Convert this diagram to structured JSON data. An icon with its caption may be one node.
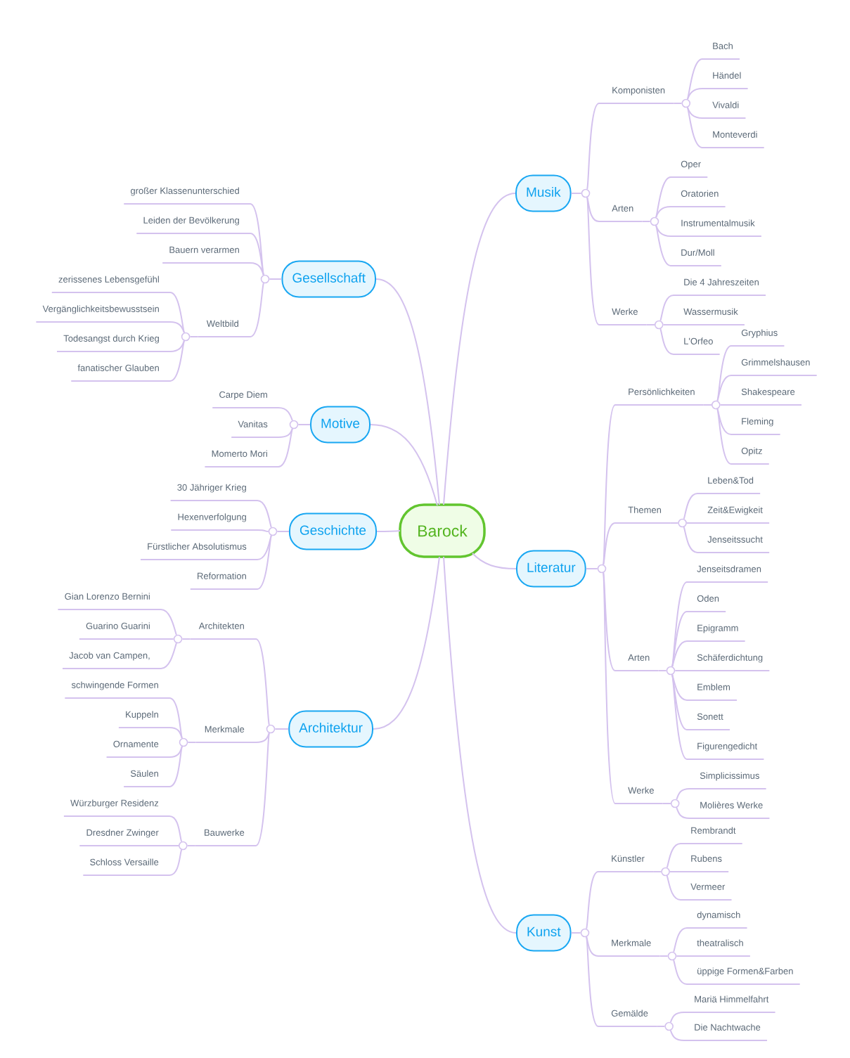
{
  "diagram": {
    "nodes": [
      {
        "text": [
          "Barock"
        ]
      },
      {
        "text": [
          "Musik"
        ]
      },
      {
        "text": [],
        "shape": "circle"
      },
      {
        "text": [
          "Komponisten"
        ]
      },
      {
        "text": [],
        "shape": "circle"
      },
      {
        "text": [
          "Bach"
        ]
      },
      {
        "text": [
          "Händel"
        ]
      },
      {
        "text": [
          "Vivaldi"
        ]
      },
      {
        "text": [
          "Monteverdi"
        ]
      },
      {
        "text": [
          "Arten"
        ]
      },
      {
        "text": [],
        "shape": "circle"
      },
      {
        "text": [
          "Oper"
        ]
      },
      {
        "text": [
          "Oratorien"
        ]
      },
      {
        "text": [
          "Instrumentalmusik"
        ]
      },
      {
        "text": [
          "Dur/Moll"
        ]
      },
      {
        "text": [
          "Werke"
        ]
      },
      {
        "text": [],
        "shape": "circle"
      },
      {
        "text": [
          "Die 4 Jahreszeiten"
        ]
      },
      {
        "text": [
          "Wassermusik"
        ]
      },
      {
        "text": [
          "L'Orfeo"
        ]
      },
      {
        "text": [
          "Literatur"
        ]
      },
      {
        "text": [],
        "shape": "circle"
      },
      {
        "text": [
          "Persönlichkeiten"
        ]
      },
      {
        "text": [],
        "shape": "circle"
      },
      {
        "text": [
          "Gryphius"
        ]
      },
      {
        "text": [
          "Grimmelshausen"
        ]
      },
      {
        "text": [
          "Shakespeare"
        ]
      },
      {
        "text": [
          "Fleming"
        ]
      },
      {
        "text": [
          "Opitz"
        ]
      },
      {
        "text": [
          "Themen"
        ]
      },
      {
        "text": [],
        "shape": "circle"
      },
      {
        "text": [
          "Leben&Tod"
        ]
      },
      {
        "text": [
          "Zeit&Ewigkeit"
        ]
      },
      {
        "text": [
          "Jenseitssucht"
        ]
      },
      {
        "text": [
          "Arten"
        ]
      },
      {
        "text": [],
        "shape": "circle"
      },
      {
        "text": [
          "Jenseitsdramen"
        ]
      },
      {
        "text": [
          "Oden"
        ]
      },
      {
        "text": [
          "Epigramm"
        ]
      },
      {
        "text": [
          "Schäferdichtung"
        ]
      },
      {
        "text": [
          "Emblem"
        ]
      },
      {
        "text": [
          "Sonett"
        ]
      },
      {
        "text": [
          "Figurengedicht"
        ]
      },
      {
        "text": [
          "Werke"
        ]
      },
      {
        "text": [],
        "shape": "circle"
      },
      {
        "text": [
          "Simplicissimus"
        ]
      },
      {
        "text": [
          "Molières Werke"
        ]
      },
      {
        "text": [
          "Kunst"
        ]
      },
      {
        "text": [],
        "shape": "circle"
      },
      {
        "text": [
          "Künstler"
        ]
      },
      {
        "text": [],
        "shape": "circle"
      },
      {
        "text": [
          "Rembrandt"
        ]
      },
      {
        "text": [
          "Rubens"
        ]
      },
      {
        "text": [
          "Vermeer"
        ]
      },
      {
        "text": [
          "Merkmale"
        ]
      },
      {
        "text": [],
        "shape": "circle"
      },
      {
        "text": [
          "dynamisch"
        ]
      },
      {
        "text": [
          "theatralisch"
        ]
      },
      {
        "text": [
          "üppige Formen&Farben"
        ]
      },
      {
        "text": [
          "Gemälde"
        ]
      },
      {
        "text": [],
        "shape": "circle"
      },
      {
        "text": [
          "Mariä Himmelfahrt"
        ]
      },
      {
        "text": [
          "Die Nachtwache"
        ]
      },
      {
        "text": [
          "Gesellschaft"
        ]
      },
      {
        "text": [],
        "shape": "circle"
      },
      {
        "text": [
          "großer Klassenunterschied"
        ]
      },
      {
        "text": [
          "Leiden der Bevölkerung"
        ]
      },
      {
        "text": [
          "Bauern verarmen"
        ]
      },
      {
        "text": [
          "Weltbild"
        ]
      },
      {
        "text": [],
        "shape": "circle"
      },
      {
        "text": [
          "zerissenes Lebensgefühl"
        ]
      },
      {
        "text": [
          "Vergänglichkeitsbewusstsein"
        ]
      },
      {
        "text": [
          "Todesangst durch Krieg"
        ]
      },
      {
        "text": [
          "fanatischer Glauben"
        ]
      },
      {
        "text": [
          "Motive"
        ]
      },
      {
        "text": [],
        "shape": "circle"
      },
      {
        "text": [
          "Carpe Diem"
        ]
      },
      {
        "text": [
          "Vanitas"
        ]
      },
      {
        "text": [
          "Momerto Mori"
        ]
      },
      {
        "text": [
          "Geschichte"
        ]
      },
      {
        "text": [],
        "shape": "circle"
      },
      {
        "text": [
          "30 Jähriger Krieg"
        ]
      },
      {
        "text": [
          "Hexenverfolgung"
        ]
      },
      {
        "text": [
          "Fürstlicher Absolutismus"
        ]
      },
      {
        "text": [
          "Reformation"
        ]
      },
      {
        "text": [
          "Architektur"
        ]
      },
      {
        "text": [],
        "shape": "circle"
      },
      {
        "text": [
          "Architekten"
        ]
      },
      {
        "text": [],
        "shape": "circle"
      },
      {
        "text": [
          "Gian Lorenzo Bernini"
        ]
      },
      {
        "text": [
          "Guarino Guarini"
        ]
      },
      {
        "text": [
          "Jacob van Campen,"
        ]
      },
      {
        "text": [
          "Merkmale"
        ]
      },
      {
        "text": [],
        "shape": "circle"
      },
      {
        "text": [
          "schwingende Formen"
        ]
      },
      {
        "text": [
          "Kuppeln"
        ]
      },
      {
        "text": [
          "Ornamente"
        ]
      },
      {
        "text": [
          "Säulen"
        ]
      },
      {
        "text": [
          "Bauwerke"
        ]
      },
      {
        "text": [],
        "shape": "circle"
      },
      {
        "text": [
          "Würzburger Residenz"
        ]
      },
      {
        "text": [
          "Dresdner Zwinger"
        ]
      },
      {
        "text": [
          "Schloss Versaille"
        ]
      }
    ],
    "edges": [
      {
        "from": 0,
        "to": 1,
        "arrow": "none"
      },
      {
        "from": 1,
        "to": 2,
        "arrow": "none"
      },
      {
        "from": 2,
        "to": 3,
        "arrow": "none"
      },
      {
        "from": 3,
        "to": 4,
        "arrow": "none"
      },
      {
        "from": 4,
        "to": 5,
        "arrow": "none"
      },
      {
        "from": 4,
        "to": 6,
        "arrow": "none"
      },
      {
        "from": 4,
        "to": 7,
        "arrow": "none"
      },
      {
        "from": 4,
        "to": 8,
        "arrow": "none"
      },
      {
        "from": 2,
        "to": 9,
        "arrow": "none"
      },
      {
        "from": 9,
        "to": 10,
        "arrow": "none"
      },
      {
        "from": 10,
        "to": 11,
        "arrow": "none"
      },
      {
        "from": 10,
        "to": 12,
        "arrow": "none"
      },
      {
        "from": 10,
        "to": 13,
        "arrow": "none"
      },
      {
        "from": 10,
        "to": 14,
        "arrow": "none"
      },
      {
        "from": 2,
        "to": 15,
        "arrow": "none"
      },
      {
        "from": 15,
        "to": 16,
        "arrow": "none"
      },
      {
        "from": 16,
        "to": 17,
        "arrow": "none"
      },
      {
        "from": 16,
        "to": 18,
        "arrow": "none"
      },
      {
        "from": 16,
        "to": 19,
        "arrow": "none"
      },
      {
        "from": 0,
        "to": 20,
        "arrow": "none"
      },
      {
        "from": 20,
        "to": 21,
        "arrow": "none"
      },
      {
        "from": 21,
        "to": 22,
        "arrow": "none"
      },
      {
        "from": 22,
        "to": 23,
        "arrow": "none"
      },
      {
        "from": 23,
        "to": 24,
        "arrow": "none"
      },
      {
        "from": 23,
        "to": 25,
        "arrow": "none"
      },
      {
        "from": 23,
        "to": 26,
        "arrow": "none"
      },
      {
        "from": 23,
        "to": 27,
        "arrow": "none"
      },
      {
        "from": 23,
        "to": 28,
        "arrow": "none"
      },
      {
        "from": 21,
        "to": 29,
        "arrow": "none"
      },
      {
        "from": 29,
        "to": 30,
        "arrow": "none"
      },
      {
        "from": 30,
        "to": 31,
        "arrow": "none"
      },
      {
        "from": 30,
        "to": 32,
        "arrow": "none"
      },
      {
        "from": 30,
        "to": 33,
        "arrow": "none"
      },
      {
        "from": 21,
        "to": 34,
        "arrow": "none"
      },
      {
        "from": 34,
        "to": 35,
        "arrow": "none"
      },
      {
        "from": 35,
        "to": 36,
        "arrow": "none"
      },
      {
        "from": 35,
        "to": 37,
        "arrow": "none"
      },
      {
        "from": 35,
        "to": 38,
        "arrow": "none"
      },
      {
        "from": 35,
        "to": 39,
        "arrow": "none"
      },
      {
        "from": 35,
        "to": 40,
        "arrow": "none"
      },
      {
        "from": 35,
        "to": 41,
        "arrow": "none"
      },
      {
        "from": 35,
        "to": 42,
        "arrow": "none"
      },
      {
        "from": 21,
        "to": 43,
        "arrow": "none"
      },
      {
        "from": 43,
        "to": 44,
        "arrow": "none"
      },
      {
        "from": 44,
        "to": 45,
        "arrow": "none"
      },
      {
        "from": 44,
        "to": 46,
        "arrow": "none"
      },
      {
        "from": 0,
        "to": 47,
        "arrow": "none"
      },
      {
        "from": 47,
        "to": 48,
        "arrow": "none"
      },
      {
        "from": 48,
        "to": 49,
        "arrow": "none"
      },
      {
        "from": 49,
        "to": 50,
        "arrow": "none"
      },
      {
        "from": 50,
        "to": 51,
        "arrow": "none"
      },
      {
        "from": 50,
        "to": 52,
        "arrow": "none"
      },
      {
        "from": 50,
        "to": 53,
        "arrow": "none"
      },
      {
        "from": 48,
        "to": 54,
        "arrow": "none"
      },
      {
        "from": 54,
        "to": 55,
        "arrow": "none"
      },
      {
        "from": 55,
        "to": 56,
        "arrow": "none"
      },
      {
        "from": 55,
        "to": 57,
        "arrow": "none"
      },
      {
        "from": 55,
        "to": 58,
        "arrow": "none"
      },
      {
        "from": 48,
        "to": 59,
        "arrow": "none"
      },
      {
        "from": 59,
        "to": 60,
        "arrow": "none"
      },
      {
        "from": 60,
        "to": 61,
        "arrow": "none"
      },
      {
        "from": 60,
        "to": 62,
        "arrow": "none"
      },
      {
        "from": 0,
        "to": 63,
        "arrow": "none"
      },
      {
        "from": 63,
        "to": 64,
        "arrow": "none"
      },
      {
        "from": 64,
        "to": 65,
        "arrow": "none"
      },
      {
        "from": 64,
        "to": 66,
        "arrow": "none"
      },
      {
        "from": 64,
        "to": 67,
        "arrow": "none"
      },
      {
        "from": 64,
        "to": 68,
        "arrow": "none"
      },
      {
        "from": 68,
        "to": 69,
        "arrow": "none"
      },
      {
        "from": 69,
        "to": 70,
        "arrow": "none"
      },
      {
        "from": 69,
        "to": 71,
        "arrow": "none"
      },
      {
        "from": 69,
        "to": 72,
        "arrow": "none"
      },
      {
        "from": 69,
        "to": 73,
        "arrow": "none"
      },
      {
        "from": 0,
        "to": 74,
        "arrow": "none"
      },
      {
        "from": 74,
        "to": 75,
        "arrow": "none"
      },
      {
        "from": 75,
        "to": 76,
        "arrow": "none"
      },
      {
        "from": 75,
        "to": 77,
        "arrow": "none"
      },
      {
        "from": 75,
        "to": 78,
        "arrow": "none"
      },
      {
        "from": 0,
        "to": 79,
        "arrow": "none"
      },
      {
        "from": 79,
        "to": 80,
        "arrow": "none"
      },
      {
        "from": 80,
        "to": 81,
        "arrow": "none"
      },
      {
        "from": 80,
        "to": 82,
        "arrow": "none"
      },
      {
        "from": 80,
        "to": 83,
        "arrow": "none"
      },
      {
        "from": 80,
        "to": 84,
        "arrow": "none"
      },
      {
        "from": 0,
        "to": 85,
        "arrow": "none"
      },
      {
        "from": 85,
        "to": 86,
        "arrow": "none"
      },
      {
        "from": 86,
        "to": 87,
        "arrow": "none"
      },
      {
        "from": 87,
        "to": 88,
        "arrow": "none"
      },
      {
        "from": 88,
        "to": 89,
        "arrow": "none"
      },
      {
        "from": 88,
        "to": 90,
        "arrow": "none"
      },
      {
        "from": 88,
        "to": 91,
        "arrow": "none"
      },
      {
        "from": 86,
        "to": 92,
        "arrow": "none"
      },
      {
        "from": 92,
        "to": 93,
        "arrow": "none"
      },
      {
        "from": 93,
        "to": 94,
        "arrow": "none"
      },
      {
        "from": 93,
        "to": 95,
        "arrow": "none"
      },
      {
        "from": 93,
        "to": 96,
        "arrow": "none"
      },
      {
        "from": 93,
        "to": 97,
        "arrow": "none"
      },
      {
        "from": 86,
        "to": 98,
        "arrow": "none"
      },
      {
        "from": 98,
        "to": 99,
        "arrow": "none"
      },
      {
        "from": 99,
        "to": 100,
        "arrow": "none"
      },
      {
        "from": 99,
        "to": 101,
        "arrow": "none"
      },
      {
        "from": 99,
        "to": 102,
        "arrow": "none"
      }
    ]
  }
}
